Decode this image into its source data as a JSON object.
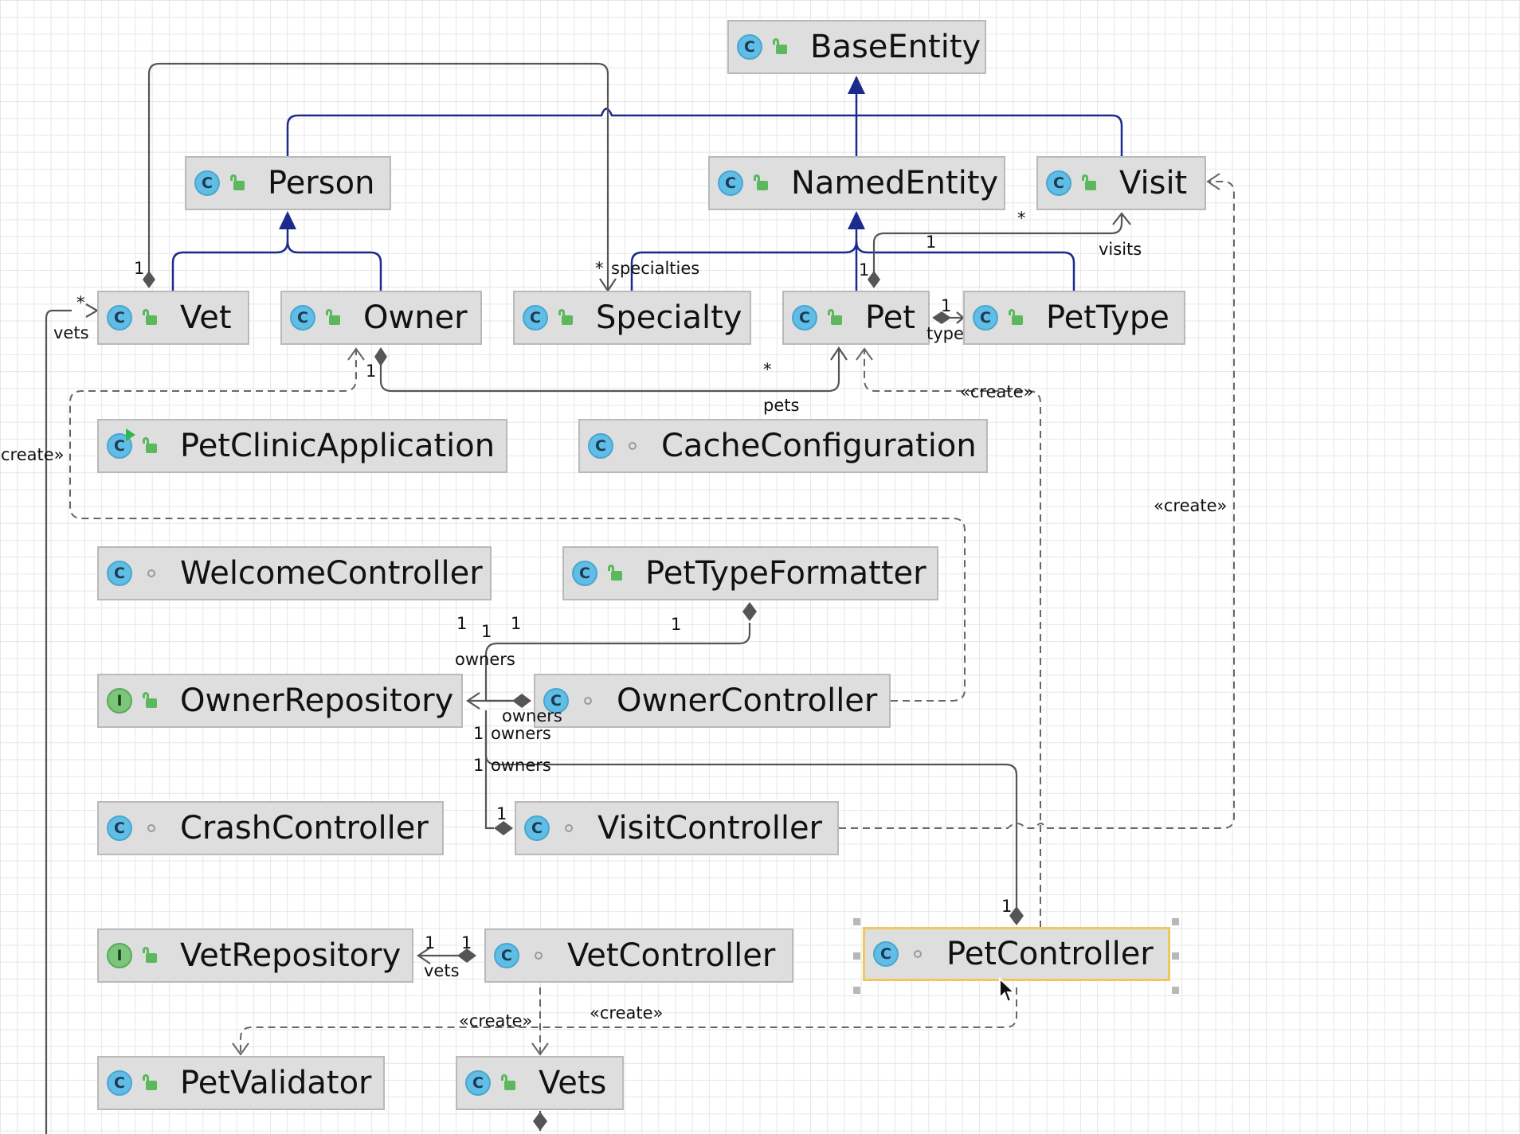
{
  "diagram": {
    "nodes": {
      "BaseEntity": {
        "name": "BaseEntity",
        "kind": "class",
        "visibility": "public"
      },
      "Person": {
        "name": "Person",
        "kind": "class",
        "visibility": "public"
      },
      "NamedEntity": {
        "name": "NamedEntity",
        "kind": "class",
        "visibility": "public"
      },
      "Visit": {
        "name": "Visit",
        "kind": "class",
        "visibility": "public"
      },
      "Vet": {
        "name": "Vet",
        "kind": "class",
        "visibility": "public"
      },
      "Owner": {
        "name": "Owner",
        "kind": "class",
        "visibility": "public"
      },
      "Specialty": {
        "name": "Specialty",
        "kind": "class",
        "visibility": "public"
      },
      "Pet": {
        "name": "Pet",
        "kind": "class",
        "visibility": "public"
      },
      "PetType": {
        "name": "PetType",
        "kind": "class",
        "visibility": "public"
      },
      "PetClinicApplication": {
        "name": "PetClinicApplication",
        "kind": "spring-app",
        "visibility": "public"
      },
      "CacheConfiguration": {
        "name": "CacheConfiguration",
        "kind": "class",
        "visibility": "package"
      },
      "WelcomeController": {
        "name": "WelcomeController",
        "kind": "class",
        "visibility": "package"
      },
      "PetTypeFormatter": {
        "name": "PetTypeFormatter",
        "kind": "class",
        "visibility": "public"
      },
      "OwnerRepository": {
        "name": "OwnerRepository",
        "kind": "interface",
        "visibility": "public"
      },
      "OwnerController": {
        "name": "OwnerController",
        "kind": "class",
        "visibility": "package"
      },
      "CrashController": {
        "name": "CrashController",
        "kind": "class",
        "visibility": "package"
      },
      "VisitController": {
        "name": "VisitController",
        "kind": "class",
        "visibility": "package"
      },
      "VetRepository": {
        "name": "VetRepository",
        "kind": "interface",
        "visibility": "public"
      },
      "VetController": {
        "name": "VetController",
        "kind": "class",
        "visibility": "package"
      },
      "PetController": {
        "name": "PetController",
        "kind": "class",
        "visibility": "package",
        "selected": true
      },
      "PetValidator": {
        "name": "PetValidator",
        "kind": "class",
        "visibility": "public"
      },
      "Vets": {
        "name": "Vets",
        "kind": "class",
        "visibility": "public"
      }
    },
    "badges": {
      "class": "C",
      "interface": "I"
    },
    "labels": {
      "one": "1",
      "many": "*",
      "vets": "vets",
      "specialties": "specialties",
      "visits": "visits",
      "type": "type",
      "pets": "pets",
      "owners": "owners",
      "create": "«create»",
      "create_cut": "create»"
    },
    "colors": {
      "inheritance": "#1b2a8c",
      "association": "#555555",
      "node_fill": "#dedede",
      "node_border": "#b9b9b9",
      "selected_border": "#f0c85a",
      "class_badge": "#60bde6",
      "interface_badge": "#7bc67b"
    }
  }
}
